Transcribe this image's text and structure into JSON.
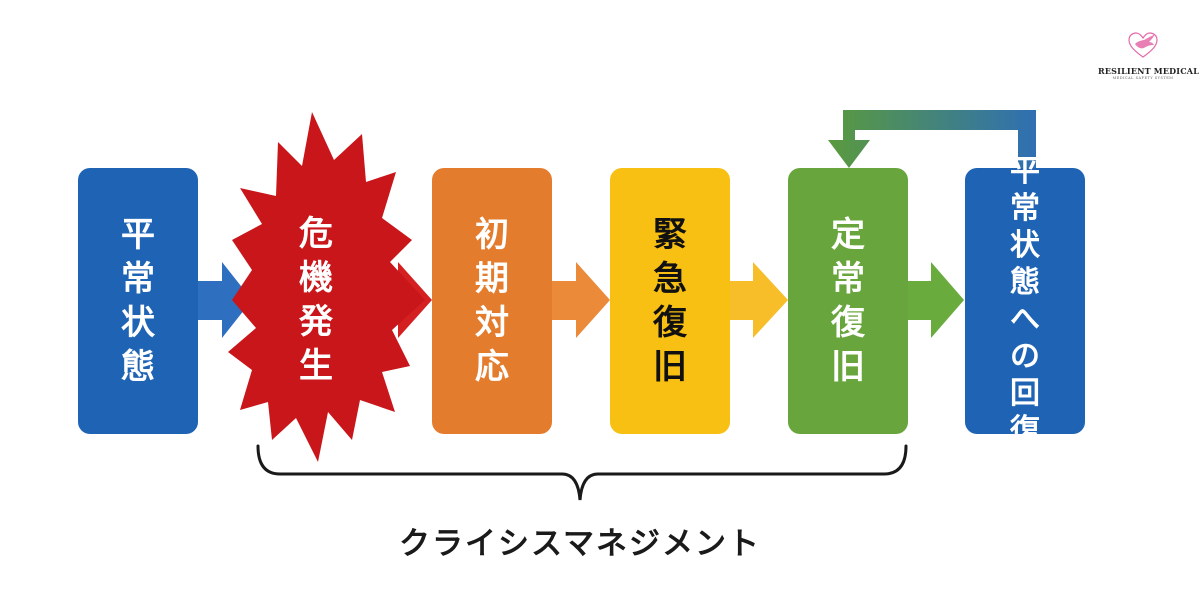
{
  "stages": [
    {
      "label": "平常状態",
      "color": "#1e63b4",
      "text_color": "white"
    },
    {
      "label": "危機発生",
      "color": "#c8161a",
      "text_color": "white"
    },
    {
      "label": "初期対応",
      "color": "#e47c2e",
      "text_color": "white"
    },
    {
      "label": "緊急復旧",
      "color": "#f8c012",
      "text_color": "black"
    },
    {
      "label": "定常復旧",
      "color": "#68a53c",
      "text_color": "white"
    },
    {
      "label": "平常状態への回復",
      "color": "#1e63b4",
      "text_color": "white"
    }
  ],
  "arrow_colors": [
    "#2e6fc0",
    "#d42020",
    "#eb8a38",
    "#f7be2a",
    "#6aab3e"
  ],
  "feedback_arrow_color": "#4f8f57",
  "bracket_label": "クライシスマネジメント",
  "logo": {
    "name": "RESILIENT MEDICAL",
    "tagline": "MEDICAL SAFETY SYSTEM",
    "icon": "dove-heart-icon",
    "color": "#e46aa8"
  }
}
